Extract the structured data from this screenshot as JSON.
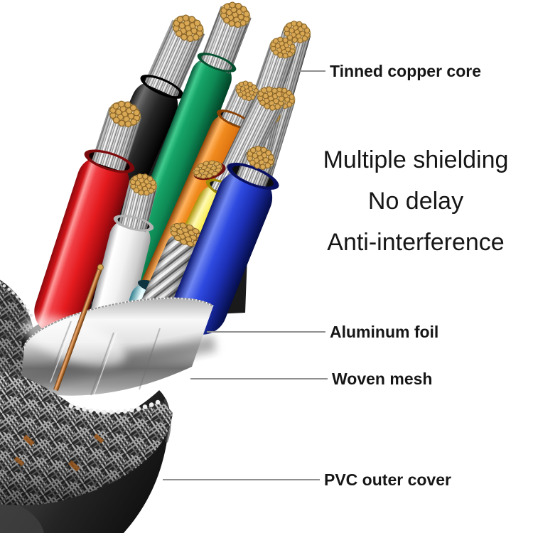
{
  "scene": {
    "background": "#ffffff",
    "leader_line_color": "#8f8f8f",
    "text_color": "#161616"
  },
  "headline": {
    "lines": [
      "Multiple shielding",
      "No delay",
      "Anti-interference"
    ]
  },
  "callouts": [
    {
      "id": "tinned-copper-core",
      "label": "Tinned copper core"
    },
    {
      "id": "aluminum-foil",
      "label": "Aluminum foil"
    },
    {
      "id": "woven-mesh",
      "label": "Woven mesh"
    },
    {
      "id": "pvc-outer-cover",
      "label": "PVC outer cover"
    }
  ],
  "cable": {
    "wire_colors": [
      {
        "name": "red",
        "hex": "#e51b1f"
      },
      {
        "name": "black",
        "hex": "#2a2a2a"
      },
      {
        "name": "green",
        "hex": "#0f9b5f"
      },
      {
        "name": "white",
        "hex": "#f2f2f2"
      },
      {
        "name": "orange",
        "hex": "#ef7d17"
      },
      {
        "name": "yellow",
        "hex": "#f3e12e"
      },
      {
        "name": "blue",
        "hex": "#2038c8"
      },
      {
        "name": "cyan-foil-pair",
        "hex": "#9fe2ee"
      },
      {
        "name": "bare-copper",
        "hex": "#c8803c"
      }
    ],
    "conductor_tip_color": "#d9a855",
    "strand_color": "#d7d7d7",
    "foil_color": "#d8d8d8",
    "mesh_color": "#c4c4c4",
    "jacket_color": "#1d1d1d"
  }
}
